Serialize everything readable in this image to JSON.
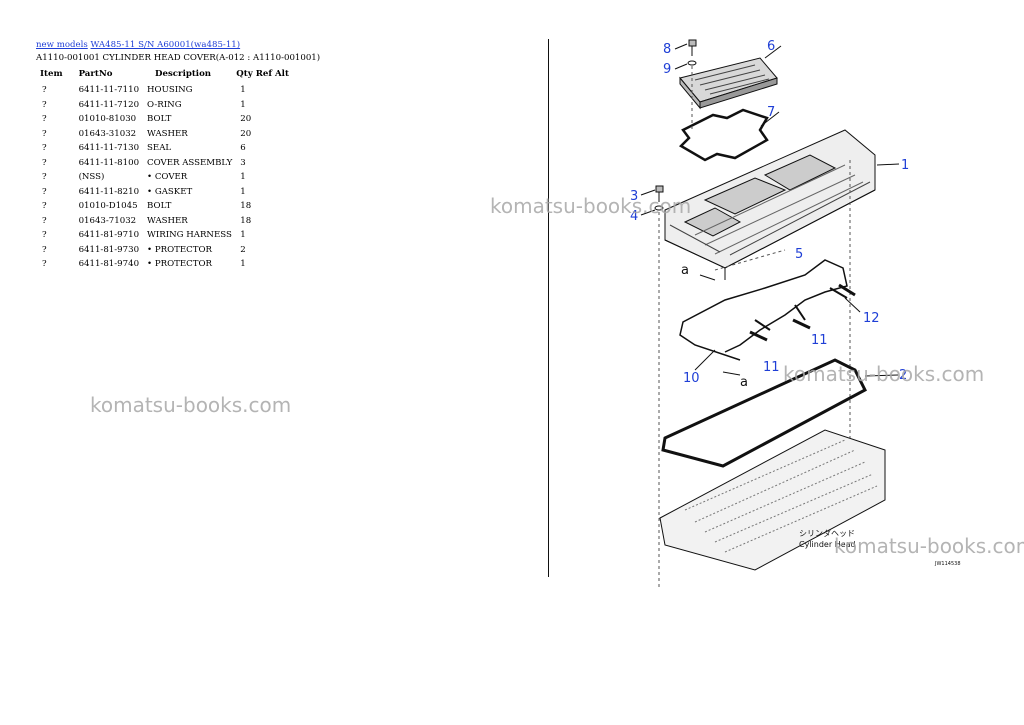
{
  "breadcrumb": {
    "link_models": "new models",
    "link_model": "WA485-11 S/N A60001(wa485-11)"
  },
  "page_title": "A1110-001001 CYLINDER HEAD COVER(A-012 : A1110-001001)",
  "table": {
    "headers": [
      "Item",
      "PartNo",
      "Description",
      "Qty",
      "Ref",
      "Alt"
    ],
    "rows": [
      {
        "item": "?",
        "partno": "6411-11-7110",
        "desc": "HOUSING",
        "qty": "1"
      },
      {
        "item": "?",
        "partno": "6411-11-7120",
        "desc": "O-RING",
        "qty": "1"
      },
      {
        "item": "?",
        "partno": "01010-81030",
        "desc": "BOLT",
        "qty": "20"
      },
      {
        "item": "?",
        "partno": "01643-31032",
        "desc": "WASHER",
        "qty": "20"
      },
      {
        "item": "?",
        "partno": "6411-11-7130",
        "desc": "SEAL",
        "qty": "6"
      },
      {
        "item": "?",
        "partno": "6411-11-8100",
        "desc": "COVER ASSEMBLY",
        "qty": "3"
      },
      {
        "item": "?",
        "partno": "(NSS)",
        "desc": "• COVER",
        "qty": "1"
      },
      {
        "item": "?",
        "partno": "6411-11-8210",
        "desc": "• GASKET",
        "qty": "1"
      },
      {
        "item": "?",
        "partno": "01010-D1045",
        "desc": "BOLT",
        "qty": "18"
      },
      {
        "item": "?",
        "partno": "01643-71032",
        "desc": "WASHER",
        "qty": "18"
      },
      {
        "item": "?",
        "partno": "6411-81-9710",
        "desc": "WIRING HARNESS",
        "qty": "1"
      },
      {
        "item": "?",
        "partno": "6411-81-9730",
        "desc": "• PROTECTOR",
        "qty": "2"
      },
      {
        "item": "?",
        "partno": "6411-81-9740",
        "desc": "• PROTECTOR",
        "qty": "1"
      }
    ]
  },
  "diagram": {
    "callouts": [
      "1",
      "2",
      "3",
      "4",
      "5",
      "6",
      "7",
      "8",
      "9",
      "10",
      "11",
      "11",
      "12",
      "a",
      "a"
    ],
    "caption_jp": "シリンダヘッド",
    "caption_en": "Cylinder Head",
    "drawing_no": "JW114538"
  },
  "watermark": "komatsu-books.com",
  "colors": {
    "link": "#1f3fd6",
    "callout": "#1f3fd6",
    "watermark": "#a8a8a8"
  }
}
